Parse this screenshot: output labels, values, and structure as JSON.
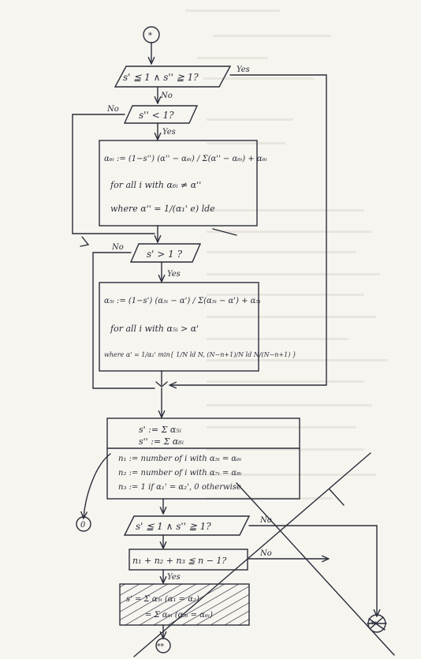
{
  "start_label": "*",
  "end_label": "**",
  "exit_label": "**",
  "alt_exit_label": "0",
  "yes": "Yes",
  "no": "No",
  "cond1": "s' ≦ 1 ∧ s'' ≧ 1?",
  "cond2": "s'' < 1?",
  "box1": {
    "eq": "α₆ᵢ := (1−s'') (α'' − α₆ᵢ) / Σ(α'' − α₆ᵢ) + α₆ᵢ",
    "line2": "for all i with α₆ᵢ ≠ α''",
    "line3": "where α'' = 1/(α₁' e) lde"
  },
  "cond3": "s' > 1 ?",
  "box2": {
    "eq": "α₅ᵢ := (1−s') (α₅ᵢ − α') / Σ(α₅ᵢ − α') + α₅ᵢ",
    "line2": "for all i with α₅ᵢ > α'",
    "line3": "where α' = 1/α₂' min{ 1/N ld N, (N−n+1)/N ld N/(N−n+1) }"
  },
  "box3": {
    "l1": "s' := Σ α₅ᵢ",
    "l2": "s'' := Σ α₆ᵢ",
    "l3": "n₁ := number of i with α₅ᵢ = α₆ᵢ",
    "l4": "n₂ := number of i with α₇ᵢ = α₈ᵢ",
    "l5": "n₃ := 1 if α₁' = α₂', 0 otherwise"
  },
  "cond4": "s' ≦ 1 ∧ s'' ≧ 1?",
  "cond5": "n₁ + n₂ + n₃ ≦ n − 1?",
  "box4": {
    "l1": "s' = Σ α₅ᵢ   (α₁ = α₂)",
    "l2": "= Σ α₆ᵢ   (α₅ᵢ = α₆ᵢ)"
  },
  "colors": {
    "ink": "#2a2c3a",
    "paper": "#f7f5ef",
    "ghost": "#c9c6bd"
  }
}
